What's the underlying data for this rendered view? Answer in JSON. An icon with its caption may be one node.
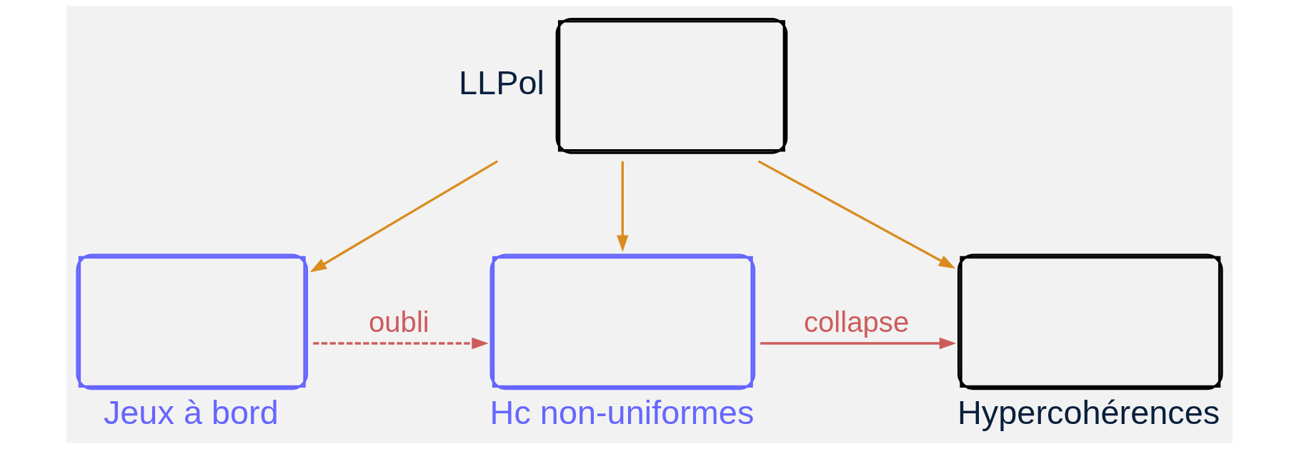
{
  "diagram": {
    "nodes": [
      {
        "text": [
          "LLPol"
        ]
      },
      {
        "text": [
          "Jeux à bord"
        ]
      },
      {
        "text": [
          "Hc non-uniformes"
        ]
      },
      {
        "text": [
          "Hypercohérences"
        ]
      }
    ],
    "edges": [
      {
        "from": 0,
        "to": 1,
        "arrow": "to"
      },
      {
        "from": 0,
        "to": 2,
        "arrow": "to"
      },
      {
        "from": 0,
        "to": 3,
        "arrow": "to"
      },
      {
        "from": 1,
        "to": 2,
        "arrow": "to",
        "label": "oubli",
        "style": "dashed",
        "color": "#cd5c5c"
      },
      {
        "from": 2,
        "to": 3,
        "arrow": "to",
        "label": "collapse",
        "color": "#cd5c5c"
      }
    ]
  }
}
